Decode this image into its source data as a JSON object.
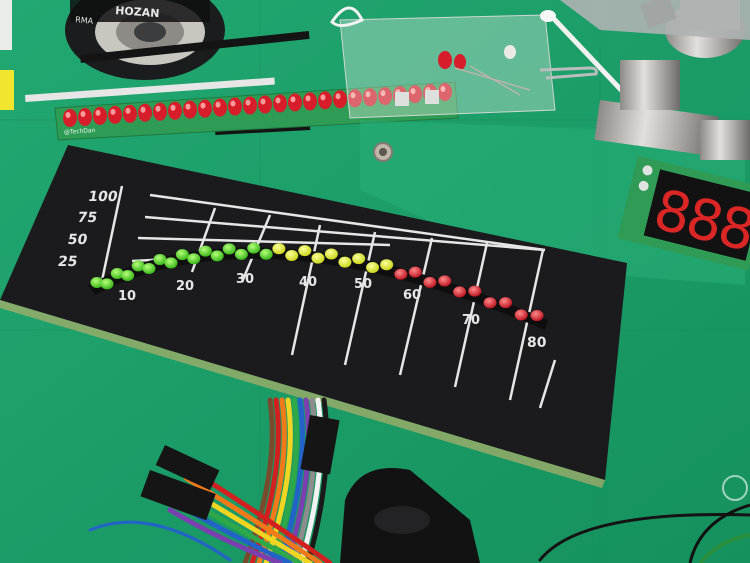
{
  "scene": {
    "description_colors": {
      "mat": "#1fa36b",
      "panel": "#1b1b1d",
      "pcb": "#2e9c55",
      "led_green": "#3fc81e",
      "led_yellow": "#d9e818",
      "led_red": "#d81525",
      "seven_seg_red": "#ff2a2a"
    }
  },
  "gauge": {
    "y_labels": [
      "100",
      "75",
      "50",
      "25"
    ],
    "x_labels": [
      "10",
      "20",
      "30",
      "40",
      "50",
      "60",
      "70",
      "80"
    ],
    "led_counts": {
      "green": 16,
      "yellow": 9,
      "red": 10
    }
  },
  "pcb_strip": {
    "silkscreen": "@TechDan"
  },
  "solder_spool": {
    "label_top": "HOZAN",
    "label_side": "RMA"
  },
  "seven_segment": {
    "digits": [
      "8",
      "8",
      "8"
    ]
  }
}
